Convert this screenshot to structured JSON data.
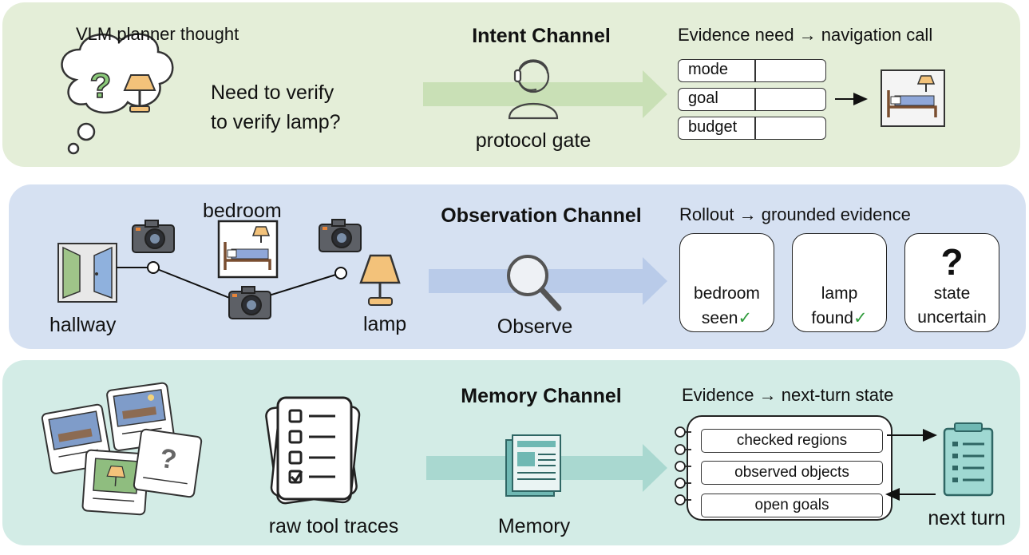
{
  "intent": {
    "title": "Intent Channel",
    "thought_caption": "VLM planner thought",
    "thought_line1": "Need to verify",
    "thought_line2": "to verify lamp?",
    "gate_label": "protocol gate",
    "call_heading": "Evidence need → navigation call",
    "fields": [
      "mode",
      "goal",
      "budget"
    ]
  },
  "observation": {
    "title": "Observation Channel",
    "nodes": {
      "start": "hallway",
      "room": "bedroom",
      "target": "lamp"
    },
    "action_label": "Observe",
    "evidence_heading": "Rollout → grounded evidence",
    "cards": [
      {
        "line1": "bedroom",
        "line2": "seen",
        "check": "✓"
      },
      {
        "line1": "lamp",
        "line2": "found",
        "check": "✓"
      },
      {
        "line1": "state",
        "line2": "uncertain",
        "check": ""
      }
    ],
    "uncertain_symbol": "?"
  },
  "memory": {
    "title": "Memory Channel",
    "traces_label": "raw tool traces",
    "memory_label": "Memory",
    "state_heading": "Evidence → next-turn state",
    "rows": [
      "checked regions",
      "observed objects",
      "open goals"
    ],
    "next_label": "next turn",
    "card_symbol": "?"
  },
  "colors": {
    "intent_bg": "#e4eed8",
    "observation_bg": "#d6e1f2",
    "memory_bg": "#d3ece6",
    "intent_arrow": "#c9e0b6",
    "observation_arrow": "#b9cbe9",
    "memory_arrow": "#a9d8d0",
    "check_green": "#2e9a3a"
  }
}
